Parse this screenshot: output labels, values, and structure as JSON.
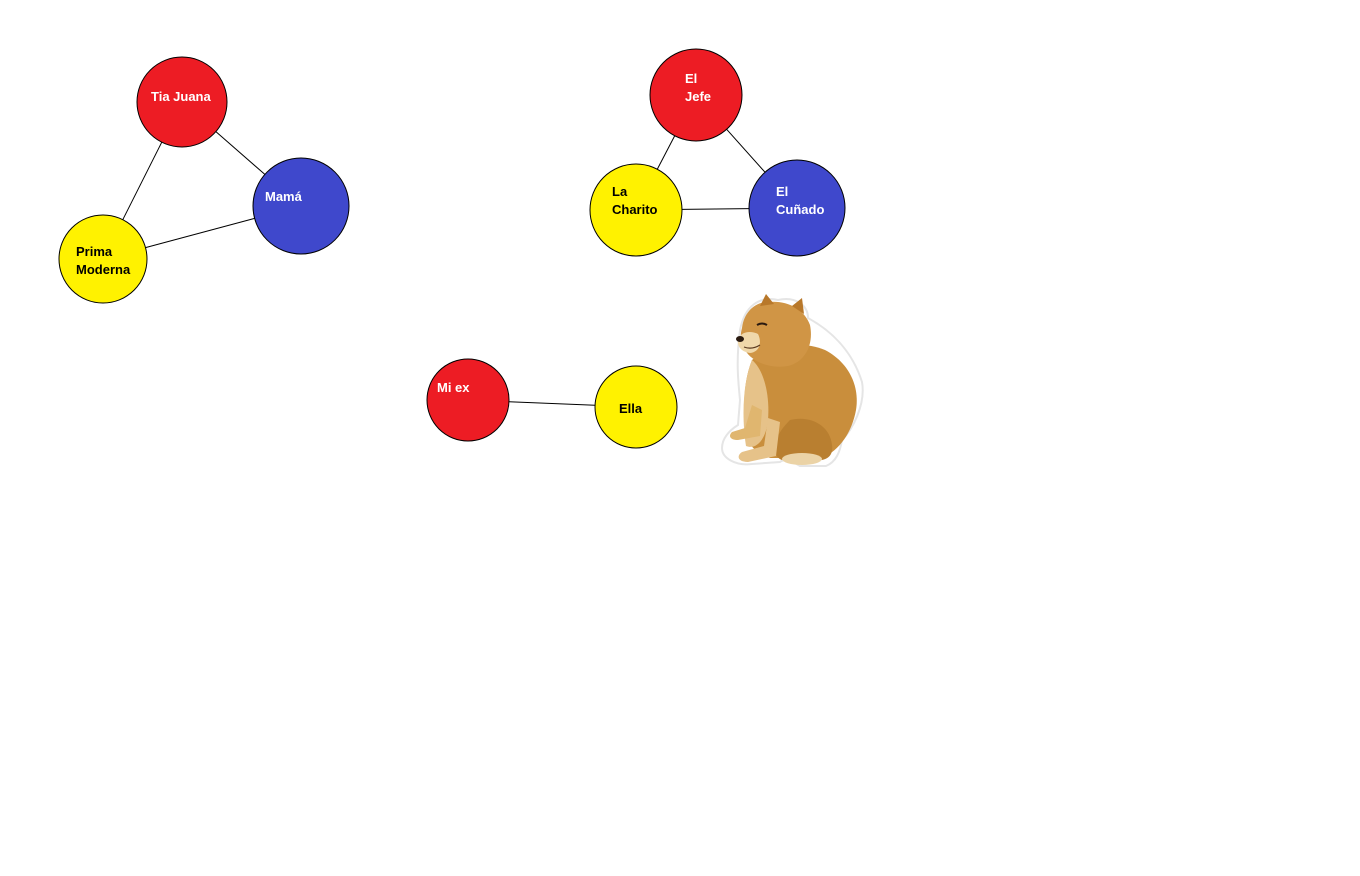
{
  "colors": {
    "red": "#ED1C24",
    "blue": "#3F48CC",
    "yellow": "#FFF200",
    "line": "#000000",
    "text_light": "#ffffff",
    "text_dark": "#000000"
  },
  "groups": [
    {
      "name": "group-family",
      "nodes": [
        {
          "id": "tia-juana",
          "lines": [
            "Tia Juana"
          ],
          "color": "red"
        },
        {
          "id": "mama",
          "lines": [
            "Mamá"
          ],
          "color": "blue"
        },
        {
          "id": "prima-moderna",
          "lines": [
            "Prima",
            "Moderna"
          ],
          "color": "yellow"
        }
      ]
    },
    {
      "name": "group-work",
      "nodes": [
        {
          "id": "el-jefe",
          "lines": [
            "El",
            "Jefe"
          ],
          "color": "red"
        },
        {
          "id": "el-cunado",
          "lines": [
            "El",
            "Cuñado"
          ],
          "color": "blue"
        },
        {
          "id": "la-charito",
          "lines": [
            "La",
            "Charito"
          ],
          "color": "yellow"
        }
      ]
    },
    {
      "name": "group-ex",
      "nodes": [
        {
          "id": "mi-ex",
          "lines": [
            "Mi ex"
          ],
          "color": "red"
        },
        {
          "id": "ella",
          "lines": [
            "Ella"
          ],
          "color": "yellow"
        }
      ]
    }
  ],
  "edges": [
    [
      "tia-juana",
      "mama"
    ],
    [
      "tia-juana",
      "prima-moderna"
    ],
    [
      "prima-moderna",
      "mama"
    ],
    [
      "el-jefe",
      "el-cunado"
    ],
    [
      "el-jefe",
      "la-charito"
    ],
    [
      "la-charito",
      "el-cunado"
    ],
    [
      "mi-ex",
      "ella"
    ]
  ],
  "image": {
    "name": "shiba-dog-image",
    "subject": "sitting shiba inu dog"
  }
}
